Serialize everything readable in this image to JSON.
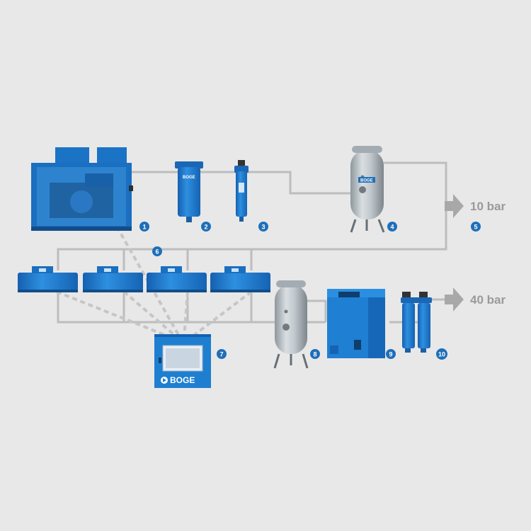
{
  "outputs": [
    {
      "pressure": "10 bar"
    },
    {
      "pressure": "40 bar"
    }
  ],
  "badges": [
    "1",
    "2",
    "3",
    "4",
    "5",
    "6",
    "7",
    "8",
    "9",
    "10"
  ],
  "brand": "BOGE",
  "colors": {
    "background": "#e8e8e8",
    "pipe": "#bdbdbd",
    "equipment_blue": "#1e7fd0",
    "badge": "#1f6fb8",
    "tank": "#b8c0c6",
    "label": "#9a9a9a"
  }
}
